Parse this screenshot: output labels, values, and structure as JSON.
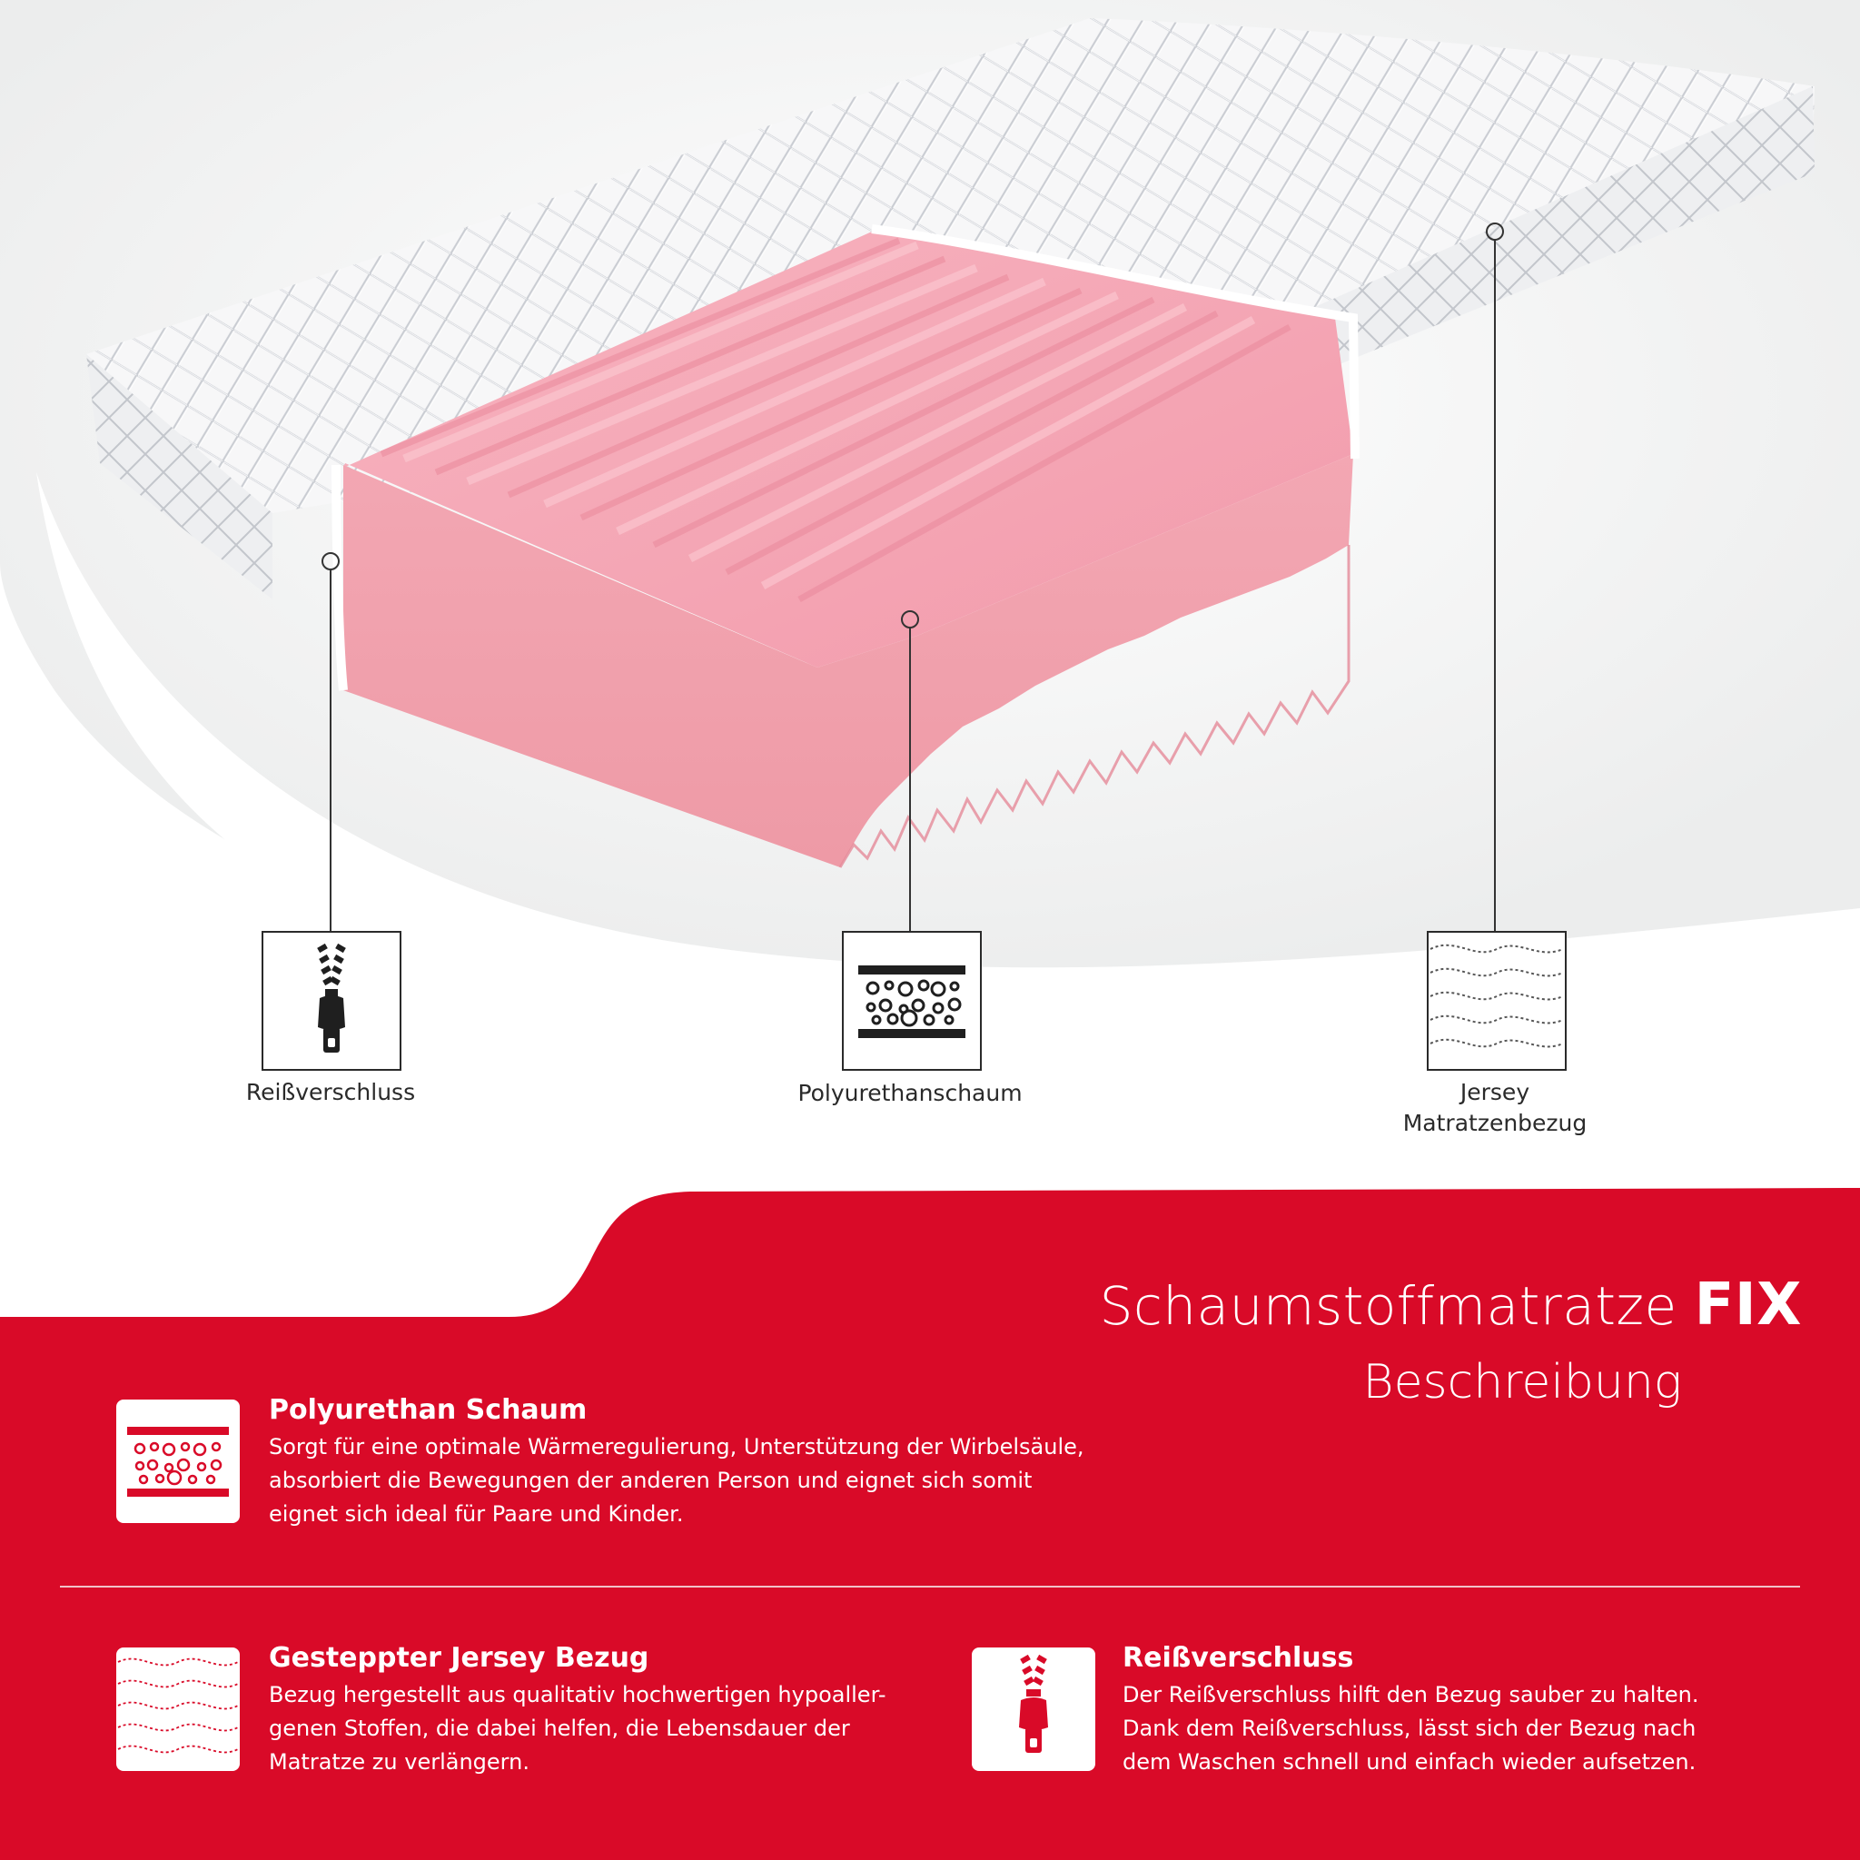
{
  "colors": {
    "brand_red": "#d90a28",
    "foam_pink": "#f4a3b1",
    "icon_dark": "#1f1f1f",
    "white": "#ffffff"
  },
  "callouts": [
    {
      "icon": "zipper-icon",
      "label": "Reißverschluss"
    },
    {
      "icon": "foam-icon",
      "label": "Polyurethanschaum"
    },
    {
      "icon": "jersey-cover-icon",
      "label_lines": [
        "Jersey",
        "Matratzenbezug"
      ]
    }
  ],
  "header": {
    "title_light": "Schaumstoffmatratze",
    "title_bold": "FIX",
    "subtitle": "Beschreibung"
  },
  "features": [
    {
      "icon": "foam-icon",
      "title": "Polyurethan Schaum",
      "body_lines": [
        "Sorgt für eine optimale Wärmeregulierung, Unterstützung der Wirbelsäule,",
        "absorbiert die Bewegungen der anderen Person und eignet sich somit",
        "eignet sich ideal für Paare und Kinder."
      ]
    },
    {
      "icon": "jersey-cover-icon",
      "title": "Gesteppter Jersey Bezug",
      "body_lines": [
        "Bezug hergestellt aus qualitativ hochwertigen hypoaller-",
        "genen Stoffen, die dabei helfen, die Lebensdauer der",
        "Matratze zu verlängern."
      ]
    },
    {
      "icon": "zipper-icon",
      "title": "Reißverschluss",
      "body_lines": [
        "Der Reißverschluss hilft den Bezug sauber zu halten.",
        "Dank dem Reißverschluss, lässt sich der Bezug nach",
        "dem Waschen schnell und einfach wieder aufsetzen."
      ]
    }
  ]
}
